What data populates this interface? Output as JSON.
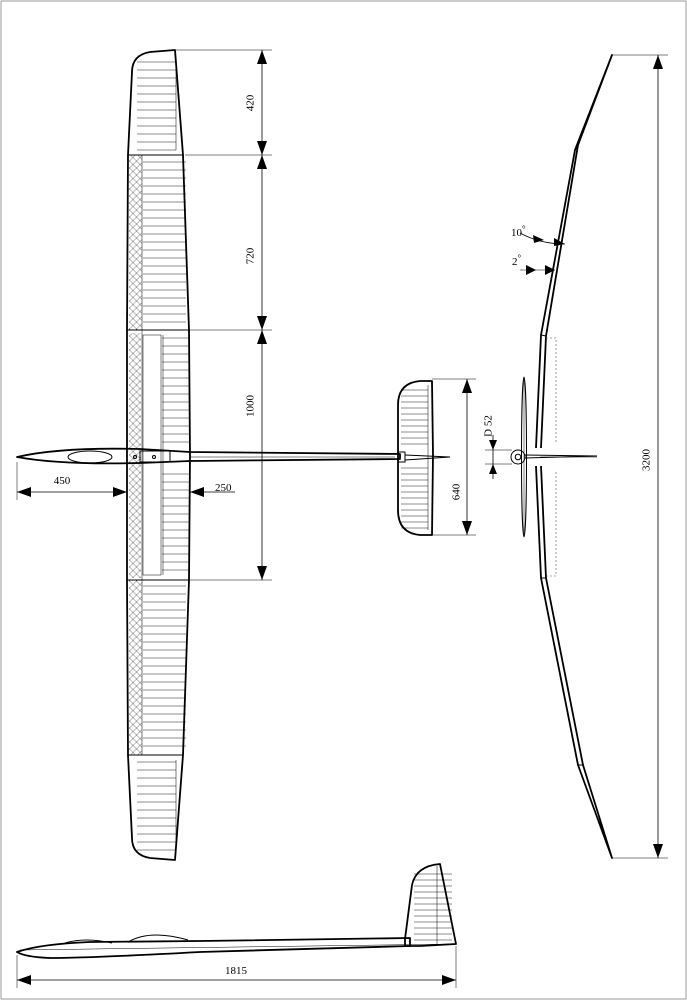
{
  "dimensions": {
    "tip_span": "420",
    "mid_span": "720",
    "center_span": "1000",
    "nose_length": "450",
    "root_chord": "250",
    "stab_span": "640",
    "spinner_diameter": "D 52",
    "tip_dihedral": "10",
    "panel_dihedral": "2",
    "wingspan": "3200",
    "fuselage_length": "1815"
  },
  "degree_symbol": "°"
}
